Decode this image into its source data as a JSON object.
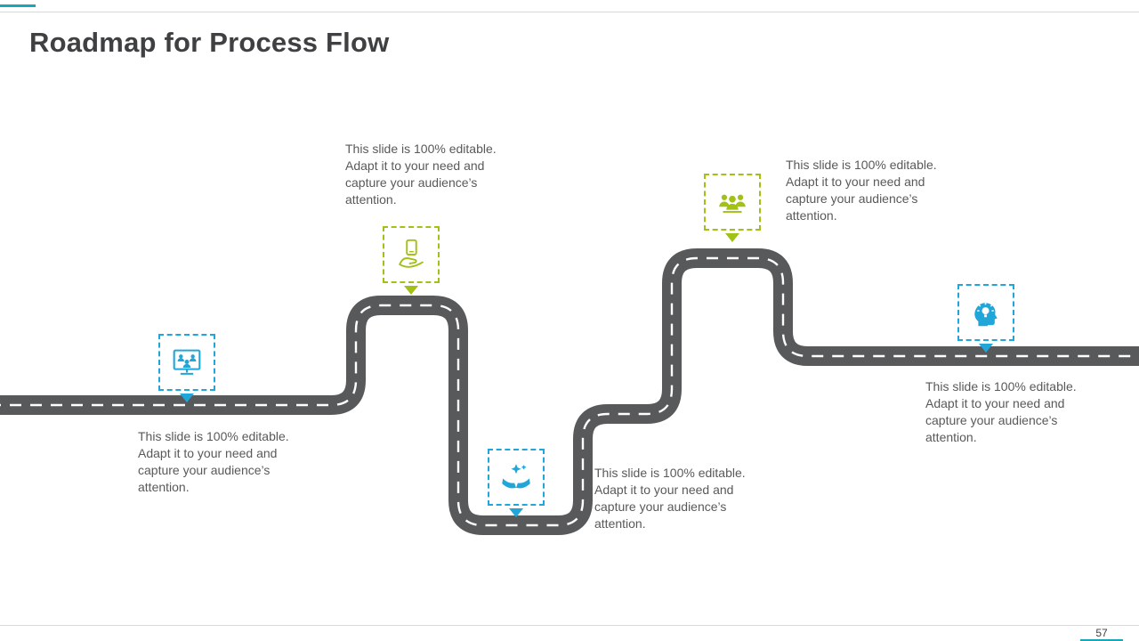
{
  "slide": {
    "title": "Roadmap for Process Flow",
    "page_number": "57"
  },
  "colors": {
    "accent_blue": "#21a6d9",
    "accent_green": "#a1c117",
    "accent_teal": "#19a6b8",
    "road": "#58595b",
    "body_text": "#595959",
    "title_text": "#3f4042"
  },
  "milestones": [
    {
      "icon": "video-conference-icon",
      "color": "#21a6d9",
      "text": "This slide is 100% editable. Adapt it to your need and capture your audience’s attention."
    },
    {
      "icon": "hand-mobile-icon",
      "color": "#a1c117",
      "text": "This slide is 100% editable. Adapt it to your need and capture your audience’s attention."
    },
    {
      "icon": "caring-hands-icon",
      "color": "#21a6d9",
      "text": "This slide is 100% editable. Adapt it to your need and capture your audience’s attention."
    },
    {
      "icon": "team-group-icon",
      "color": "#a1c117",
      "text": "This slide is 100% editable. Adapt it to your need and capture your audience’s attention."
    },
    {
      "icon": "creative-mind-icon",
      "color": "#21a6d9",
      "text": "This slide is 100% editable. Adapt it to your need and capture your audience’s attention."
    }
  ]
}
